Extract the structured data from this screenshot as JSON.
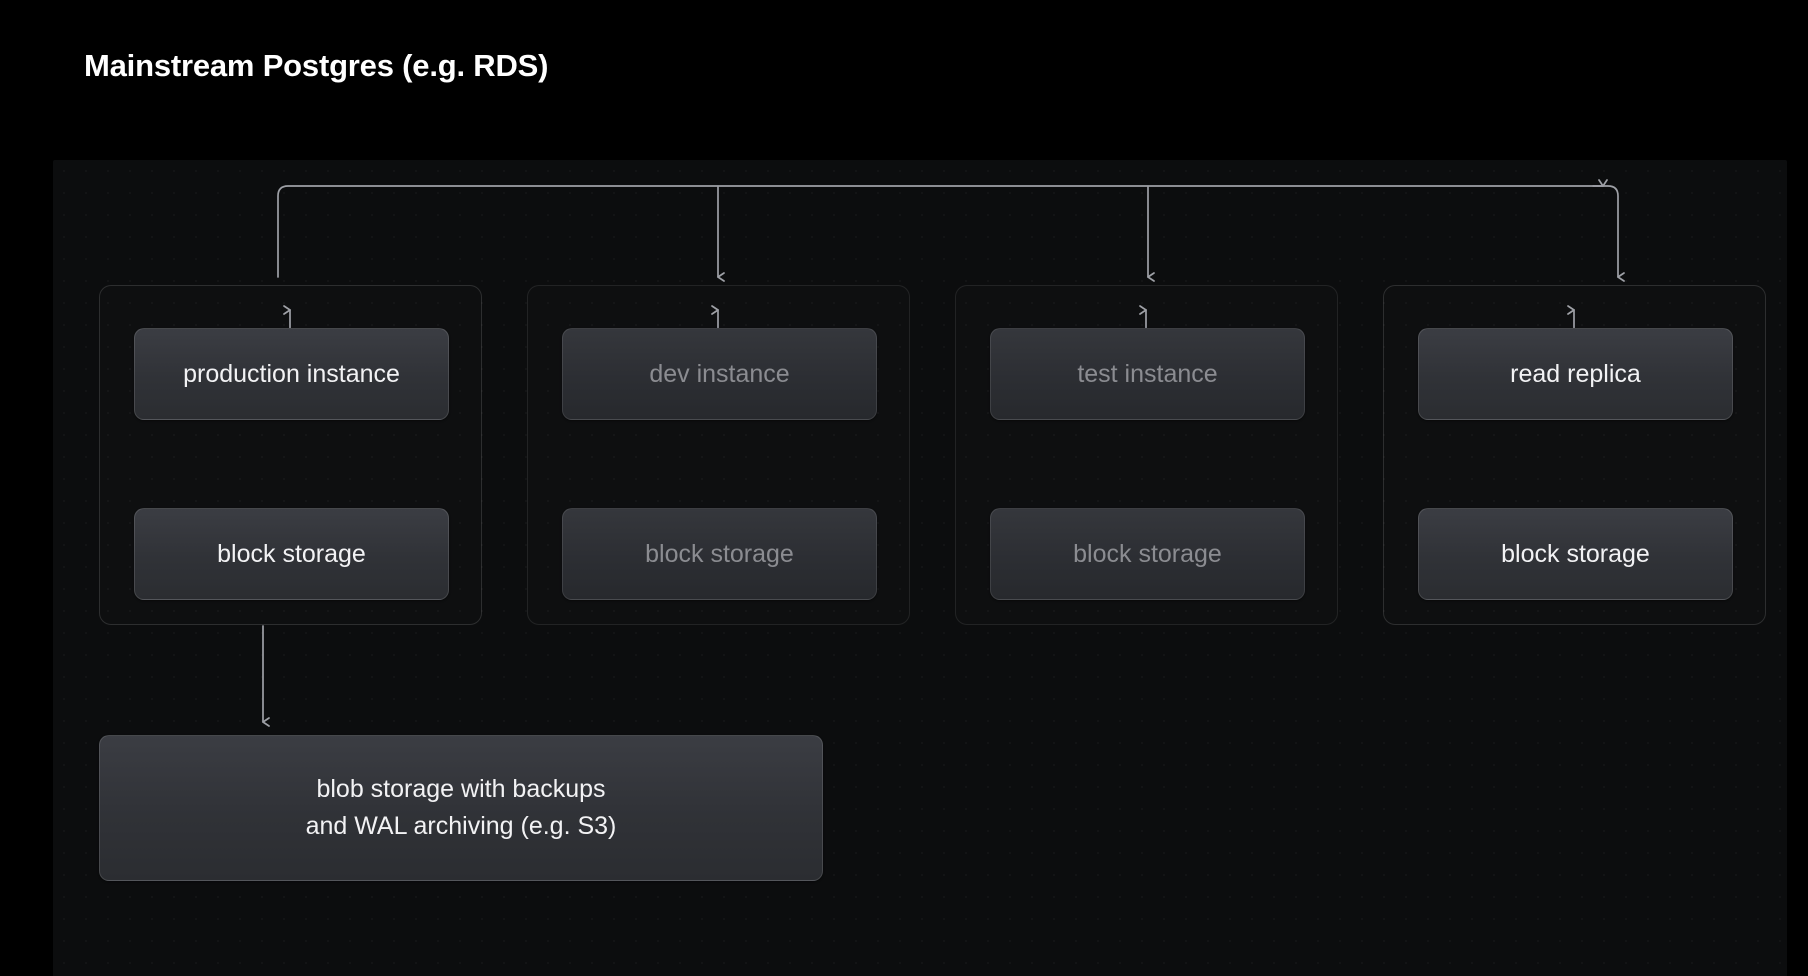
{
  "diagram": {
    "title": "Mainstream Postgres (e.g. RDS)",
    "colors": {
      "page_background": "#000000",
      "panel_background": "#0c0d0e",
      "node_fill_top": "#3b3d43",
      "node_fill_bottom": "#2b2d31",
      "node_border": "rgba(255,255,255,0.13)",
      "text_bright": "#f2f2f4",
      "text_dim": "#8b8c91",
      "connector": "#9ea0a6",
      "title_text": "#ffffff"
    },
    "groups": [
      {
        "id": "production",
        "state": "active",
        "instance_label": "production instance",
        "storage_label": "block storage",
        "has_backup_arrow": true
      },
      {
        "id": "dev",
        "state": "dimmed",
        "instance_label": "dev instance",
        "storage_label": "block storage",
        "has_backup_arrow": false
      },
      {
        "id": "test",
        "state": "dimmed",
        "instance_label": "test instance",
        "storage_label": "block storage",
        "has_backup_arrow": false
      },
      {
        "id": "read-replica",
        "state": "active",
        "instance_label": "read replica",
        "storage_label": "block storage",
        "has_backup_arrow": false
      }
    ],
    "blob_storage": {
      "line1": "blob storage with backups",
      "line2": "and WAL archiving (e.g. S3)"
    },
    "connectors": {
      "bus_description": "horizontal bus with rounded ends fanning out to four groups",
      "instance_to_storage": "bidirectional vertical arrow",
      "production_to_blob": "downward arrow"
    }
  }
}
